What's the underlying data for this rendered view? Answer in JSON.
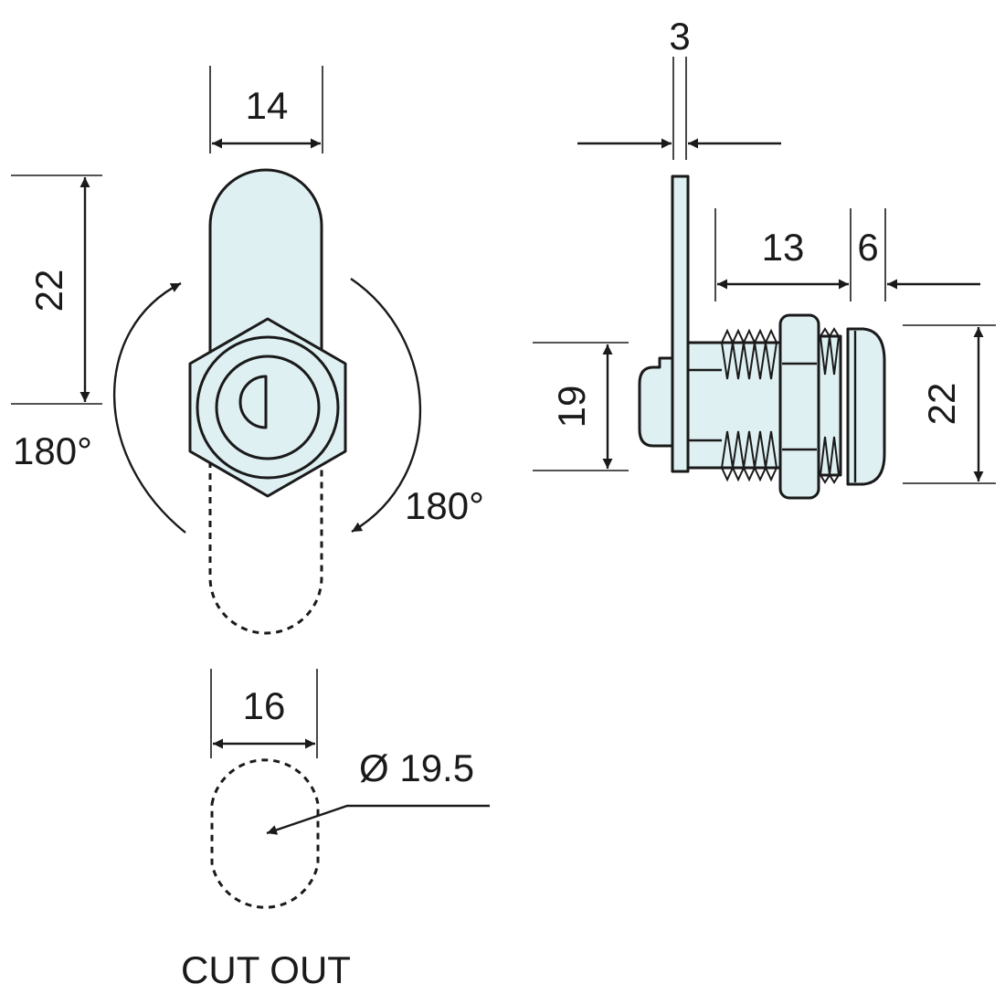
{
  "front_view": {
    "width_label": "14",
    "height_label": "22",
    "rotation_left_label": "180°",
    "rotation_right_label": "180°"
  },
  "side_view": {
    "plate_thickness_label": "3",
    "thread_length_label": "13",
    "head_length_label": "6",
    "body_height_label": "19",
    "head_height_label": "22"
  },
  "cut_out": {
    "width_label": "16",
    "diameter_label": "Ø 19.5",
    "caption": "CUT OUT"
  }
}
